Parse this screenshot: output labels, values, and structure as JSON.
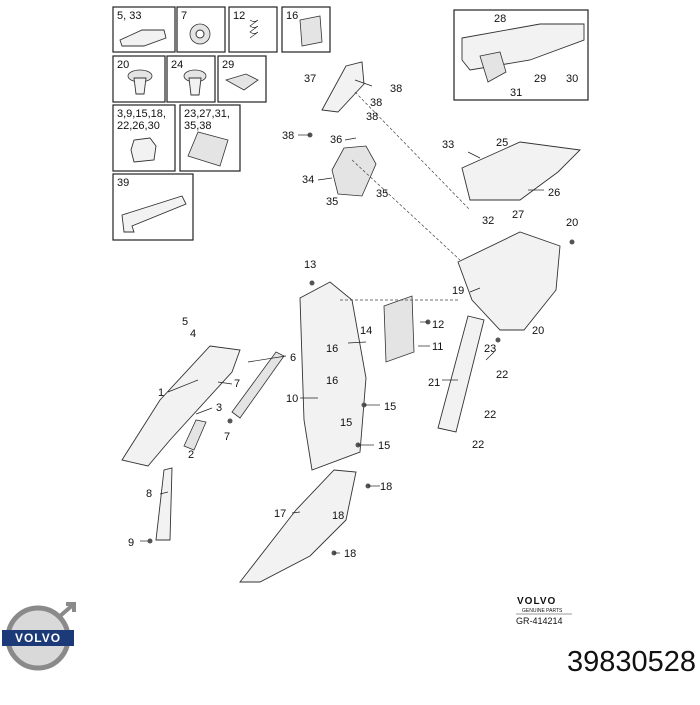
{
  "inset_labels": {
    "b533": "5, 33",
    "b7": "7",
    "b12": "12",
    "b16": "16",
    "b20": "20",
    "b24": "24",
    "b29": "29",
    "bmulti1": "3,9,15,18,\n22,26,30",
    "bmulti2": "23,27,31,\n35,38",
    "b39": "39"
  },
  "callouts": {
    "c28": "28",
    "c29": "29",
    "c30": "30",
    "c31": "31",
    "c37": "37",
    "c38a": "38",
    "c38b": "38",
    "c38c": "38",
    "c38d": "38",
    "c36": "36",
    "c34": "34",
    "c35a": "35",
    "c35b": "35",
    "c33": "33",
    "c25": "25",
    "c26": "26",
    "c27": "27",
    "c32": "32",
    "c20a": "20",
    "c20b": "20",
    "c19": "19",
    "c13": "13",
    "c14": "14",
    "c16a": "16",
    "c16b": "16",
    "c12": "12",
    "c11": "11",
    "c10": "10",
    "c15a": "15",
    "c15b": "15",
    "c15c": "15",
    "c23": "23",
    "c22a": "22",
    "c22b": "22",
    "c22c": "22",
    "c21": "21",
    "c5": "5",
    "c4": "4",
    "c1": "1",
    "c3": "3",
    "c6": "6",
    "c7a": "7",
    "c7b": "7",
    "c2": "2",
    "c8": "8",
    "c9": "9",
    "c17": "17",
    "c18a": "18",
    "c18b": "18",
    "c18c": "18"
  },
  "brand": {
    "stamp_name": "VOLVO",
    "stamp_sub": "GENUINE PARTS",
    "drawing_code": "GR-414214",
    "logo_text": "VOLVO"
  },
  "part_number": "39830528"
}
